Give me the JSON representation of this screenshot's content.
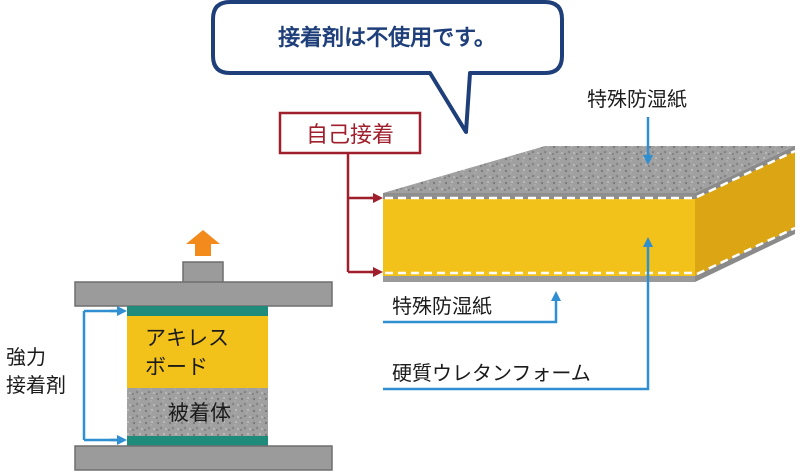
{
  "callout": {
    "text": "接着剤は不使用です。"
  },
  "self_adhesion_label": "自己接着",
  "labels": {
    "top_paper": "特殊防湿紙",
    "bottom_paper": "特殊防湿紙",
    "urethane": "硬質ウレタンフォーム"
  },
  "test_rig": {
    "strong_adhesive_line1": "強力",
    "strong_adhesive_line2": "接着剤",
    "board_line1": "アキレス",
    "board_line2": "ボード",
    "substrate": "被着体"
  },
  "colors": {
    "bubble_border": "#1e3f7a",
    "self_adhesion": "#a01f2c",
    "leader_blue": "#2f8fd0",
    "foam_yellow": "#f2c21b",
    "foam_side": "#dca513",
    "paper_gray": "#9a9a9a",
    "rig_gray": "#9b9b9b",
    "glue_teal": "#1f8b7a",
    "pull_arrow": "#f28a1c"
  }
}
